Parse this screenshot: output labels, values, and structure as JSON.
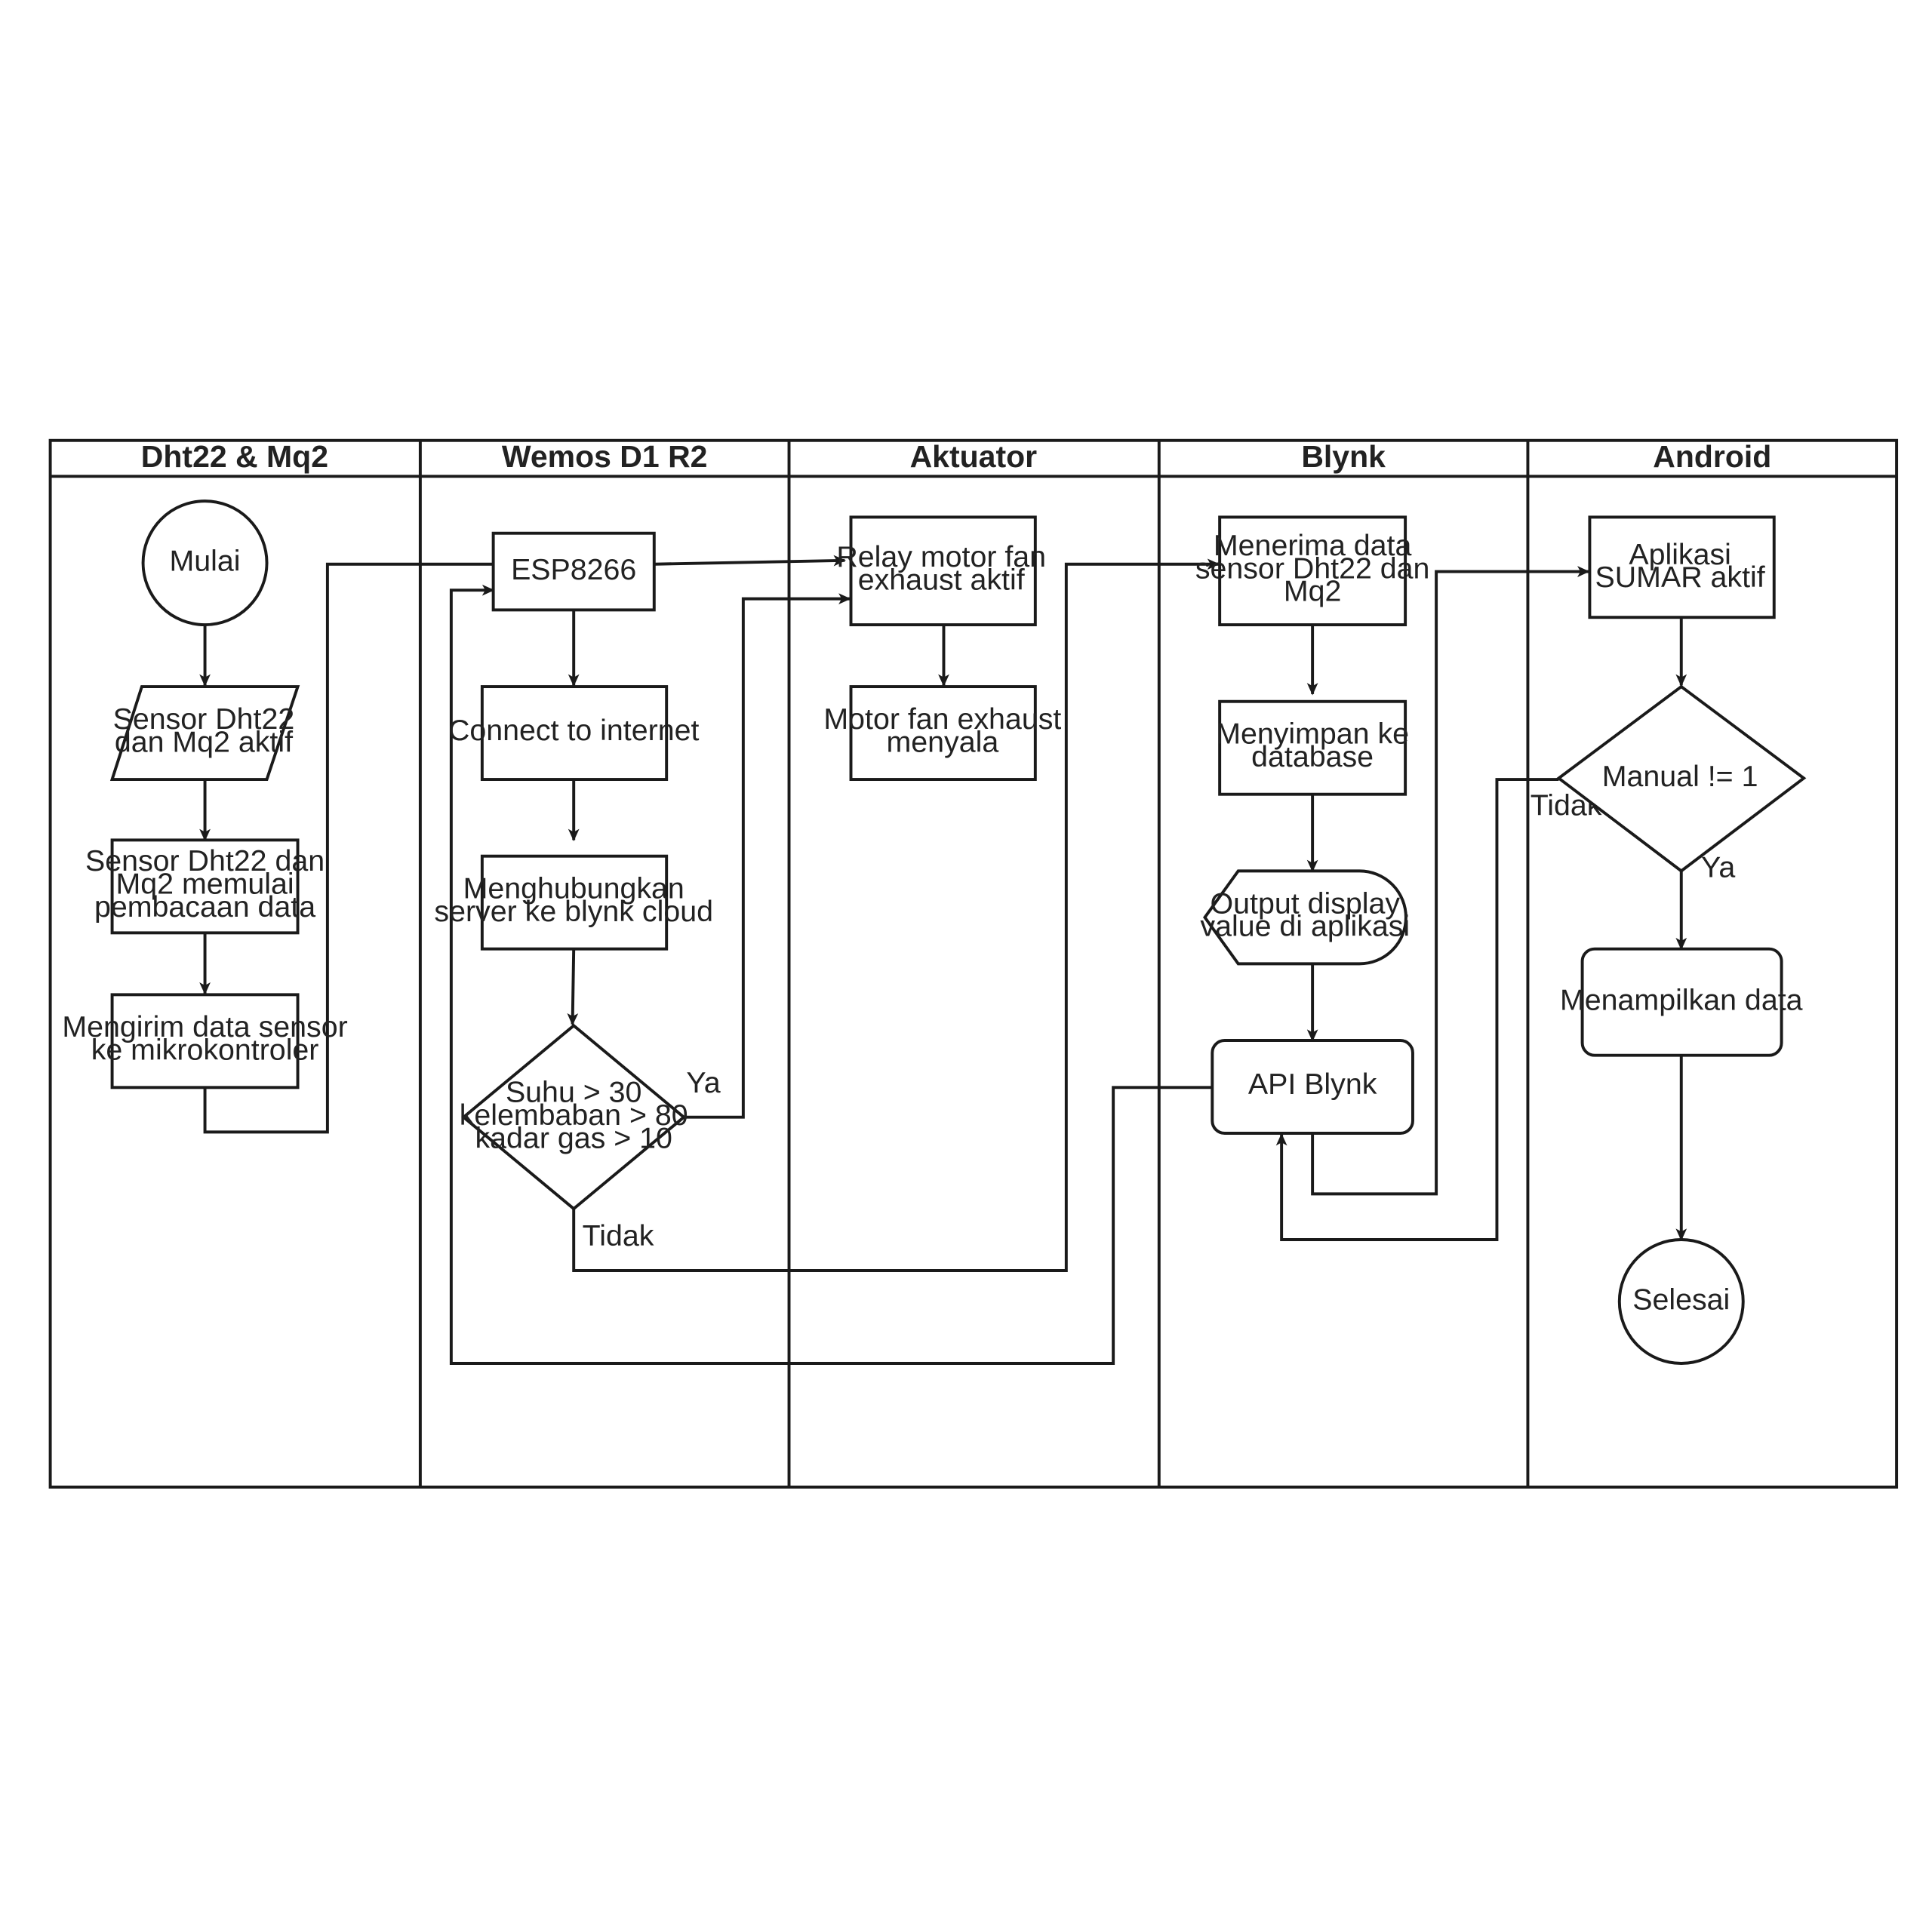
{
  "lanes": [
    {
      "id": "sensor",
      "title": "Dht22 & Mq2"
    },
    {
      "id": "wemos",
      "title": "Wemos D1 R2"
    },
    {
      "id": "aktuator",
      "title": "Aktuator"
    },
    {
      "id": "blynk",
      "title": "Blynk"
    },
    {
      "id": "android",
      "title": "Android"
    }
  ],
  "nodes": {
    "mulai": {
      "shape": "circle",
      "lines": [
        "Mulai"
      ]
    },
    "sensor_aktif": {
      "shape": "parallelogram",
      "lines": [
        "Sensor Dht22",
        "dan Mq2 aktif"
      ]
    },
    "sensor_baca": {
      "shape": "process",
      "lines": [
        "Sensor Dht22 dan",
        "Mq2 memulai",
        "pembacaan data"
      ]
    },
    "kirim_data": {
      "shape": "process",
      "lines": [
        "Mengirim data sensor",
        "ke mikrokontroler"
      ]
    },
    "esp": {
      "shape": "process",
      "lines": [
        "ESP8266"
      ]
    },
    "connect": {
      "shape": "process",
      "lines": [
        "Connect to internet"
      ]
    },
    "hubung": {
      "shape": "process",
      "lines": [
        "Menghubungkan",
        "server ke blynk cloud"
      ]
    },
    "cek_suhu": {
      "shape": "decision",
      "lines": [
        "Suhu > 30",
        "kelembaban > 80",
        "kadar gas > 10"
      ]
    },
    "relay": {
      "shape": "process",
      "lines": [
        "Relay motor fan",
        "exhaust aktif"
      ]
    },
    "motor": {
      "shape": "process",
      "lines": [
        "Motor fan exhaust",
        "menyala"
      ]
    },
    "terima": {
      "shape": "process",
      "lines": [
        "Menerima data",
        "sensor Dht22 dan",
        "Mq2"
      ]
    },
    "simpan": {
      "shape": "process",
      "lines": [
        "Menyimpan ke",
        "database"
      ]
    },
    "output": {
      "shape": "display",
      "lines": [
        "Output display",
        "value di aplikasi"
      ]
    },
    "api": {
      "shape": "rounded",
      "lines": [
        "API Blynk"
      ]
    },
    "aplikasi": {
      "shape": "process",
      "lines": [
        "Aplikasi",
        "SUMAR aktif"
      ]
    },
    "manual": {
      "shape": "decision",
      "lines": [
        "Manual != 1"
      ]
    },
    "tampil": {
      "shape": "rounded",
      "lines": [
        "Menampilkan data"
      ]
    },
    "selesai": {
      "shape": "circle",
      "lines": [
        "Selesai"
      ]
    }
  },
  "edge_labels": {
    "suhu_ya": "Ya",
    "suhu_tidak": "Tidak",
    "manual_tidak": "Tidak",
    "manual_ya": "Ya"
  }
}
